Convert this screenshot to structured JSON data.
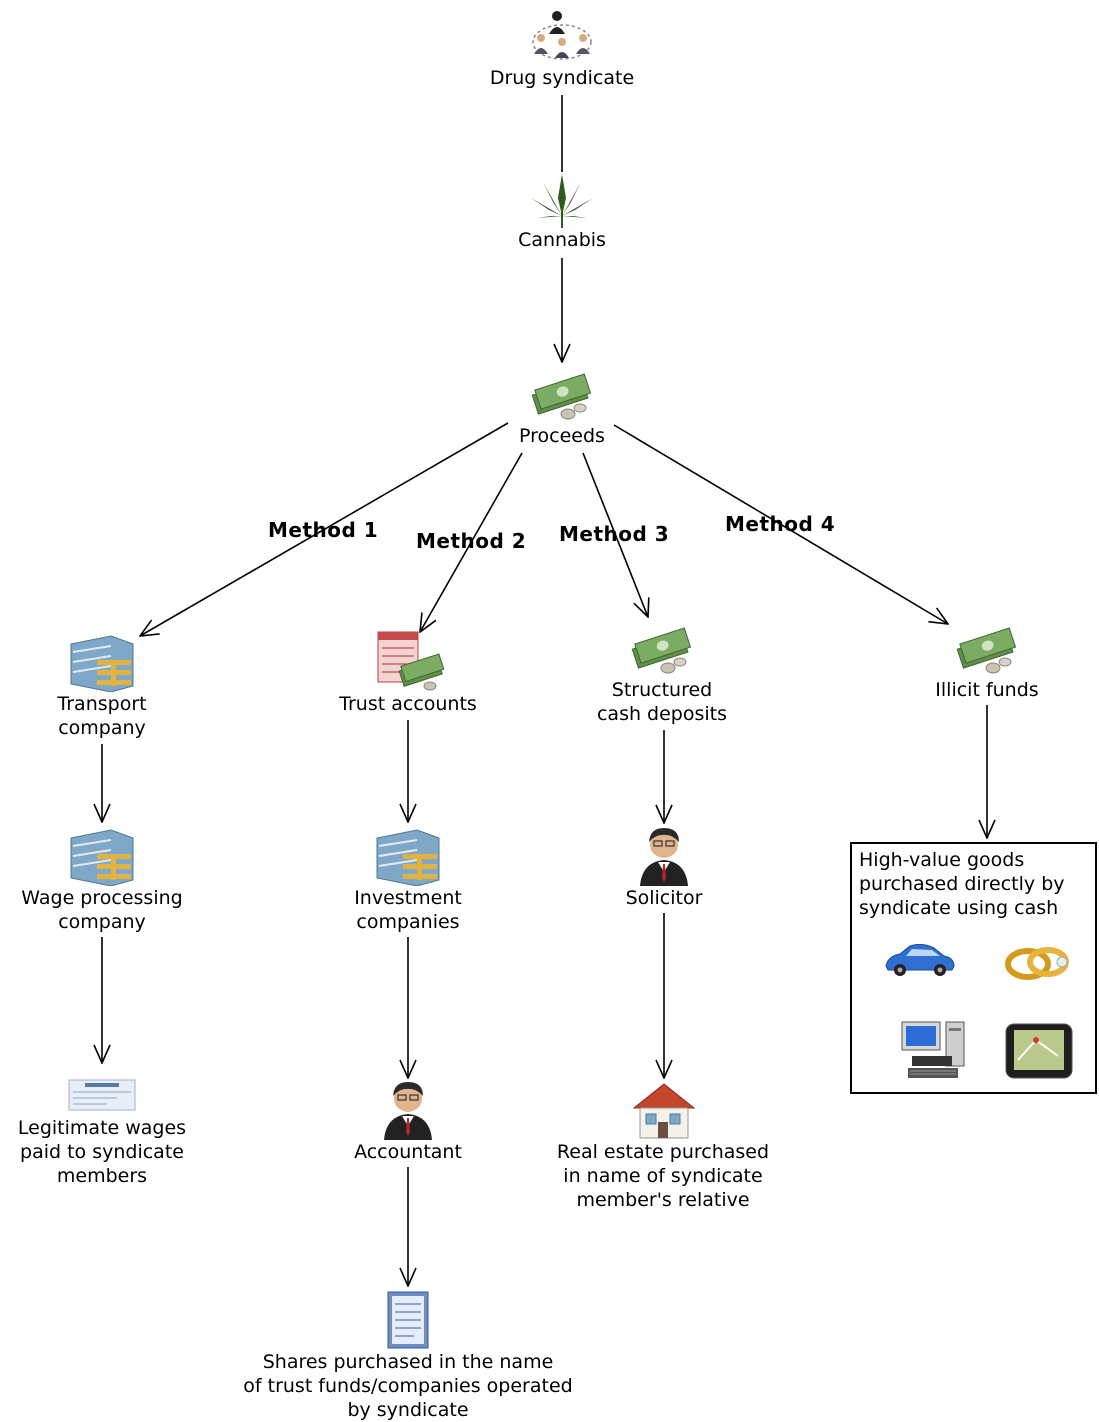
{
  "nodes": {
    "drug_syndicate": "Drug syndicate",
    "cannabis": "Cannabis",
    "proceeds": "Proceeds",
    "transport_company": [
      "Transport",
      "company"
    ],
    "wage_processing": [
      "Wage processing",
      "company"
    ],
    "legitimate_wages": [
      "Legitimate wages",
      "paid to syndicate",
      "members"
    ],
    "trust_accounts": "Trust accounts",
    "investment_companies": [
      "Investment",
      "companies"
    ],
    "accountant": "Accountant",
    "shares": [
      "Shares purchased in the name",
      "of trust funds/companies operated",
      "by syndicate"
    ],
    "structured_cash": [
      "Structured",
      "cash deposits"
    ],
    "solicitor": "Solicitor",
    "real_estate": [
      "Real estate purchased",
      "in name of syndicate",
      "member's relative"
    ],
    "illicit_funds": "Illicit funds",
    "high_value_goods": [
      "High-value goods",
      "purchased directly by",
      "syndicate using cash"
    ]
  },
  "methods": [
    "Method 1",
    "Method 2",
    "Method 3",
    "Method 4"
  ],
  "icons": {
    "syndicate": "people-network-icon",
    "cannabis": "cannabis-leaf-icon",
    "money": "money-stack-icon",
    "building": "office-building-icon",
    "ledger": "ledger-money-icon",
    "person": "businessman-icon",
    "cheque": "cheque-icon",
    "document": "document-icon",
    "house": "house-icon",
    "car": "car-icon",
    "rings": "rings-icon",
    "computer": "computer-icon",
    "gps": "gps-device-icon"
  },
  "colors": {
    "line": "#000000",
    "money_green": "#5f8f4a",
    "building_blue": "#7fa8c8",
    "building_gold": "#e3b341",
    "leaf_green": "#2e5a1e"
  }
}
